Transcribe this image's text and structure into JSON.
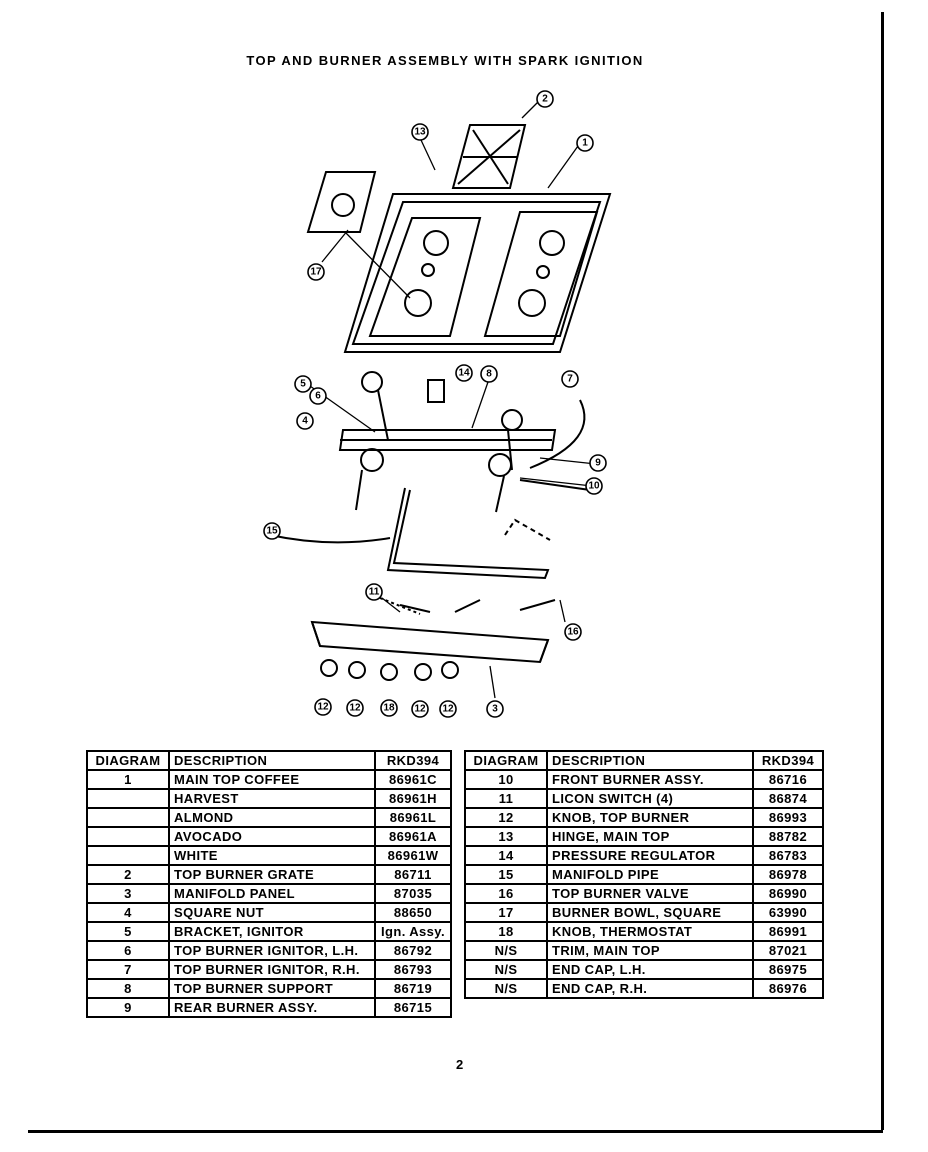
{
  "title": "TOP AND BURNER ASSEMBLY WITH SPARK IGNITION",
  "callouts": [
    "1",
    "2",
    "3",
    "4",
    "5",
    "6",
    "7",
    "8",
    "9",
    "10",
    "11",
    "12",
    "13",
    "14",
    "15",
    "16",
    "17",
    "18"
  ],
  "table_left": {
    "headers": [
      "DIAGRAM",
      "DESCRIPTION",
      "RKD394"
    ],
    "rows": [
      {
        "diagram": "1",
        "description": "MAIN TOP  COFFEE",
        "part": "86961C"
      },
      {
        "diagram": "",
        "description": "HARVEST",
        "part": "86961H"
      },
      {
        "diagram": "",
        "description": "ALMOND",
        "part": "86961L"
      },
      {
        "diagram": "",
        "description": "AVOCADO",
        "part": "86961A"
      },
      {
        "diagram": "",
        "description": "WHITE",
        "part": "86961W"
      },
      {
        "diagram": "2",
        "description": "TOP BURNER GRATE",
        "part": "86711"
      },
      {
        "diagram": "3",
        "description": "MANIFOLD PANEL",
        "part": "87035"
      },
      {
        "diagram": "4",
        "description": "SQUARE NUT",
        "part": "88650"
      },
      {
        "diagram": "5",
        "description": "BRACKET, IGNITOR",
        "part": "Ign. Assy."
      },
      {
        "diagram": "6",
        "description": "TOP BURNER IGNITOR, L.H.",
        "part": "86792"
      },
      {
        "diagram": "7",
        "description": "TOP BURNER IGNITOR, R.H.",
        "part": "86793"
      },
      {
        "diagram": "8",
        "description": "TOP BURNER SUPPORT",
        "part": "86719"
      },
      {
        "diagram": "9",
        "description": "REAR BURNER ASSY.",
        "part": "86715"
      }
    ]
  },
  "table_right": {
    "headers": [
      "DIAGRAM",
      "DESCRIPTION",
      "RKD394"
    ],
    "rows": [
      {
        "diagram": "10",
        "description": "FRONT BURNER ASSY.",
        "part": "86716"
      },
      {
        "diagram": "11",
        "description": "LICON SWITCH (4)",
        "part": "86874"
      },
      {
        "diagram": "12",
        "description": "KNOB, TOP BURNER",
        "part": "86993"
      },
      {
        "diagram": "13",
        "description": "HINGE, MAIN TOP",
        "part": "88782"
      },
      {
        "diagram": "14",
        "description": "PRESSURE REGULATOR",
        "part": "86783"
      },
      {
        "diagram": "15",
        "description": "MANIFOLD PIPE",
        "part": "86978"
      },
      {
        "diagram": "16",
        "description": "TOP BURNER VALVE",
        "part": "86990"
      },
      {
        "diagram": "17",
        "description": "BURNER BOWL, SQUARE",
        "part": "63990"
      },
      {
        "diagram": "18",
        "description": "KNOB, THERMOSTAT",
        "part": "86991"
      },
      {
        "diagram": "N/S",
        "description": "TRIM, MAIN TOP",
        "part": "87021"
      },
      {
        "diagram": "N/S",
        "description": "END CAP, L.H.",
        "part": "86975"
      },
      {
        "diagram": "N/S",
        "description": "END CAP, R.H.",
        "part": "86976"
      }
    ]
  },
  "page_number": "2"
}
